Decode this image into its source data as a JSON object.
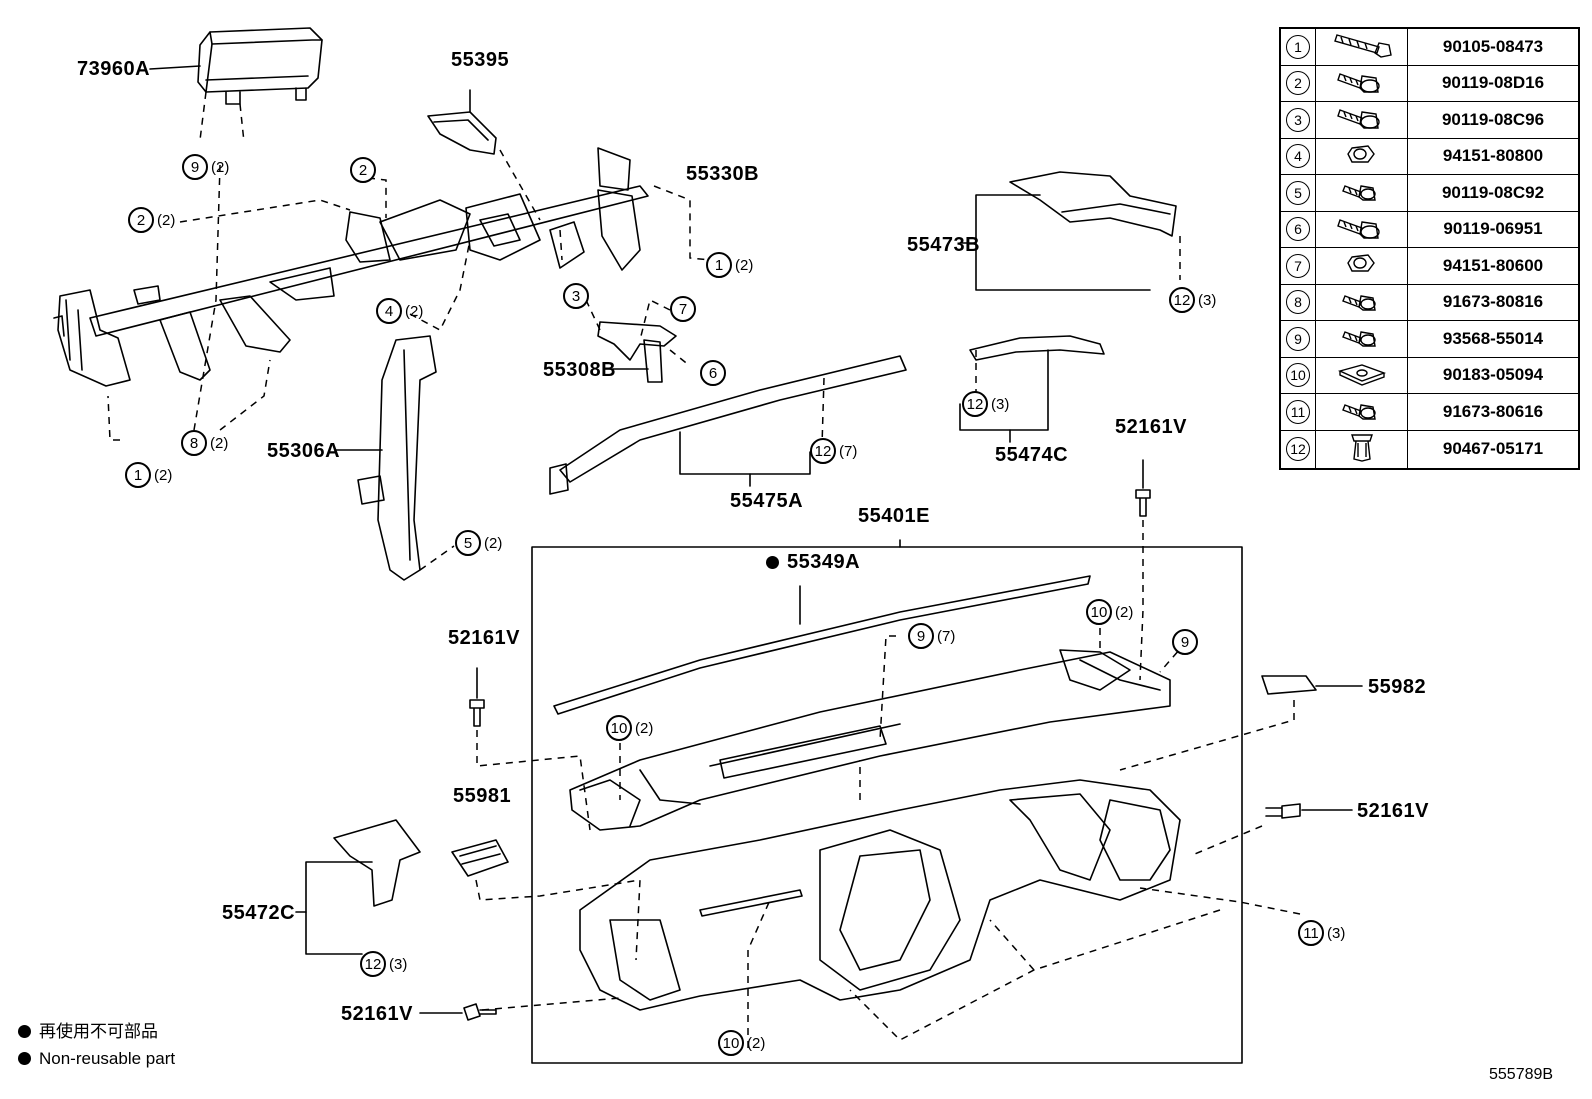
{
  "part_labels": {
    "p73960A": "73960A",
    "p55395": "55395",
    "p55330B": "55330B",
    "p55473B": "55473B",
    "p55308B": "55308B",
    "p55306A": "55306A",
    "p55475A": "55475A",
    "p55474C": "55474C",
    "p52161V_top": "52161V",
    "p55401E": "55401E",
    "p55349A": "55349A",
    "p52161V_left": "52161V",
    "p55981": "55981",
    "p55982": "55982",
    "p52161V_right": "52161V",
    "p55472C": "55472C",
    "p52161V_bottom": "52161V"
  },
  "callouts": {
    "c9_top": {
      "num": "9",
      "qty": "(2)"
    },
    "c2_top": {
      "num": "2",
      "qty": ""
    },
    "c2_left": {
      "num": "2",
      "qty": "(2)"
    },
    "c1_right": {
      "num": "1",
      "qty": "(2)"
    },
    "c3": {
      "num": "3",
      "qty": ""
    },
    "c4": {
      "num": "4",
      "qty": "(2)"
    },
    "c7": {
      "num": "7",
      "qty": ""
    },
    "c6": {
      "num": "6",
      "qty": ""
    },
    "c8": {
      "num": "8",
      "qty": "(2)"
    },
    "c1_left": {
      "num": "1",
      "qty": "(2)"
    },
    "c5": {
      "num": "5",
      "qty": "(2)"
    },
    "c12_a": {
      "num": "12",
      "qty": "(3)"
    },
    "c12_b": {
      "num": "12",
      "qty": "(3)"
    },
    "c12_c": {
      "num": "12",
      "qty": "(7)"
    },
    "c10_a": {
      "num": "10",
      "qty": "(2)"
    },
    "c9_b": {
      "num": "9",
      "qty": "(7)"
    },
    "c9_c": {
      "num": "9",
      "qty": ""
    },
    "c10_b": {
      "num": "10",
      "qty": "(2)"
    },
    "c11": {
      "num": "11",
      "qty": "(3)"
    },
    "c12_d": {
      "num": "12",
      "qty": "(3)"
    },
    "c10_c": {
      "num": "10",
      "qty": "(2)"
    }
  },
  "fastener_table": [
    {
      "num": "1",
      "part": "90105-08473",
      "icon": "long-bolt-icon"
    },
    {
      "num": "2",
      "part": "90119-08D16",
      "icon": "flange-bolt-icon"
    },
    {
      "num": "3",
      "part": "90119-08C96",
      "icon": "flange-bolt-icon"
    },
    {
      "num": "4",
      "part": "94151-80800",
      "icon": "nut-icon"
    },
    {
      "num": "5",
      "part": "90119-08C92",
      "icon": "short-bolt-icon"
    },
    {
      "num": "6",
      "part": "90119-06951",
      "icon": "flange-bolt-icon"
    },
    {
      "num": "7",
      "part": "94151-80600",
      "icon": "nut-icon"
    },
    {
      "num": "8",
      "part": "91673-80816",
      "icon": "short-bolt-icon"
    },
    {
      "num": "9",
      "part": "93568-55014",
      "icon": "short-bolt-icon"
    },
    {
      "num": "10",
      "part": "90183-05094",
      "icon": "clip-nut-icon"
    },
    {
      "num": "11",
      "part": "91673-80616",
      "icon": "short-bolt-icon"
    },
    {
      "num": "12",
      "part": "90467-05171",
      "icon": "push-clip-icon"
    }
  ],
  "legend": {
    "line_jp": "再使用不可部品",
    "line_en": "Non-reusable part"
  },
  "reference_number": "555789B"
}
